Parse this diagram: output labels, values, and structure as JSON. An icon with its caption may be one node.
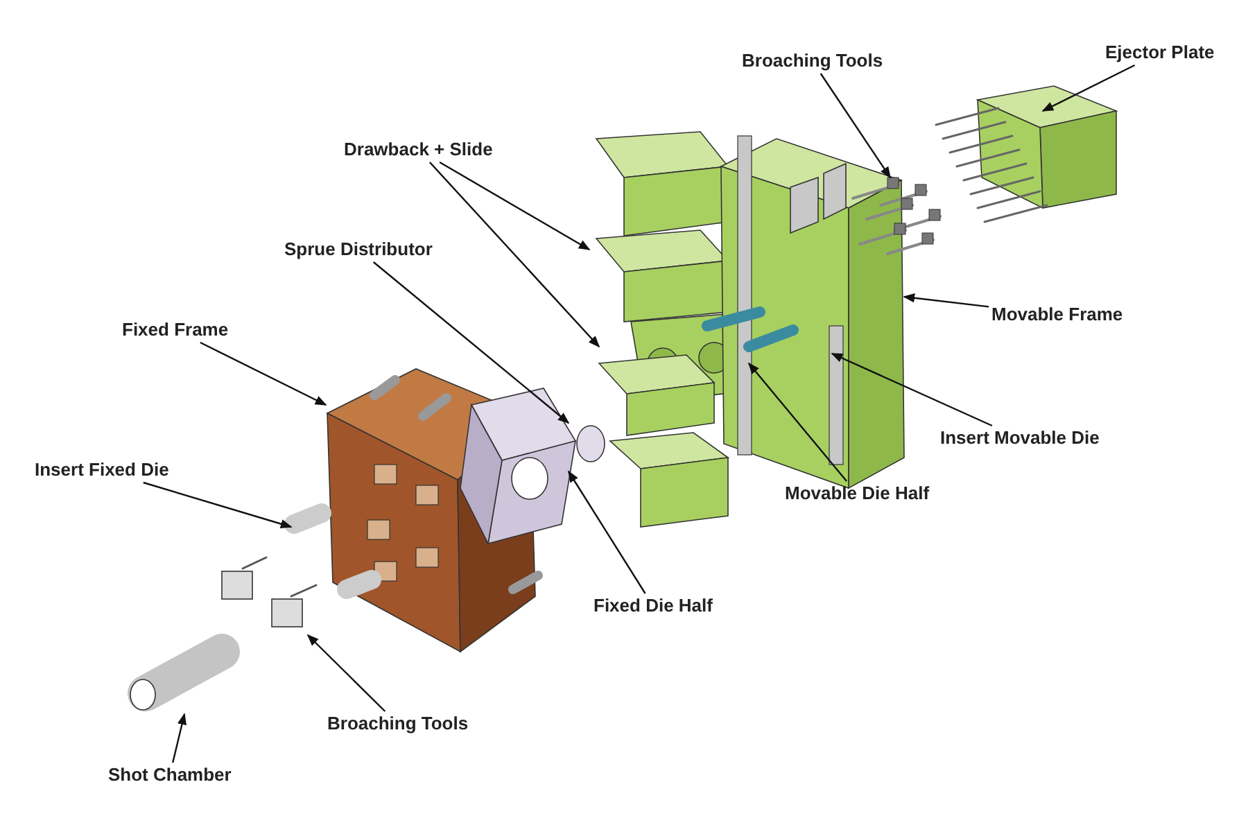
{
  "diagram": {
    "nodes": [
      {
        "text": [
          "Broaching Tools"
        ]
      },
      {
        "text": [
          "Ejector Plate"
        ]
      },
      {
        "text": [
          "Drawback + Slide"
        ]
      },
      {
        "text": [
          "Sprue Distributor"
        ]
      },
      {
        "text": [
          "Fixed Frame"
        ]
      },
      {
        "text": [
          "Movable Frame"
        ]
      },
      {
        "text": [
          "Insert Movable Die"
        ]
      },
      {
        "text": [
          "Insert Fixed Die"
        ]
      },
      {
        "text": [
          "Movable Die Half"
        ]
      },
      {
        "text": [
          "Fixed Die Half"
        ]
      },
      {
        "text": [
          "Broaching Tools"
        ]
      },
      {
        "text": [
          "Shot Chamber"
        ]
      }
    ],
    "edges": [
      {
        "from": 0,
        "to": null,
        "arrow": "to"
      },
      {
        "from": 1,
        "to": null,
        "arrow": "to"
      },
      {
        "from": 2,
        "to": null,
        "arrow": "to"
      },
      {
        "from": 2,
        "to": null,
        "arrow": "to"
      },
      {
        "from": 3,
        "to": null,
        "arrow": "to"
      },
      {
        "from": 4,
        "to": null,
        "arrow": "to"
      },
      {
        "from": 5,
        "to": null,
        "arrow": "to"
      },
      {
        "from": 6,
        "to": null,
        "arrow": "to"
      },
      {
        "from": 7,
        "to": null,
        "arrow": "to"
      },
      {
        "from": 8,
        "to": null,
        "arrow": "to"
      },
      {
        "from": 9,
        "to": null,
        "arrow": "to"
      },
      {
        "from": 10,
        "to": null,
        "arrow": "to"
      },
      {
        "from": 11,
        "to": null,
        "arrow": "to"
      }
    ]
  }
}
